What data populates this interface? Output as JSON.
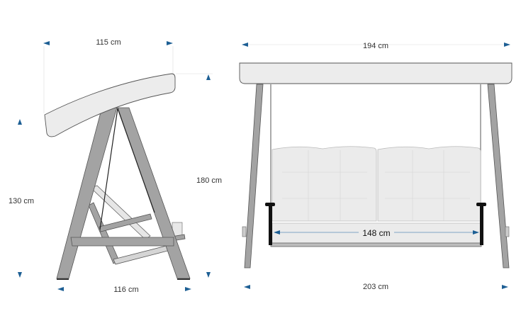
{
  "dimensions": {
    "side_view": {
      "canopy_depth": "115 cm",
      "seat_height": "130 cm",
      "total_height": "180 cm",
      "base_depth": "116 cm"
    },
    "front_view": {
      "canopy_width": "194 cm",
      "base_width": "203 cm",
      "seat_width": "148 cm"
    }
  },
  "colors": {
    "arrow": "#1d5f94",
    "frame": "#a3a3a3",
    "canopy": "#ececec",
    "cushion": "#ebebeb"
  }
}
